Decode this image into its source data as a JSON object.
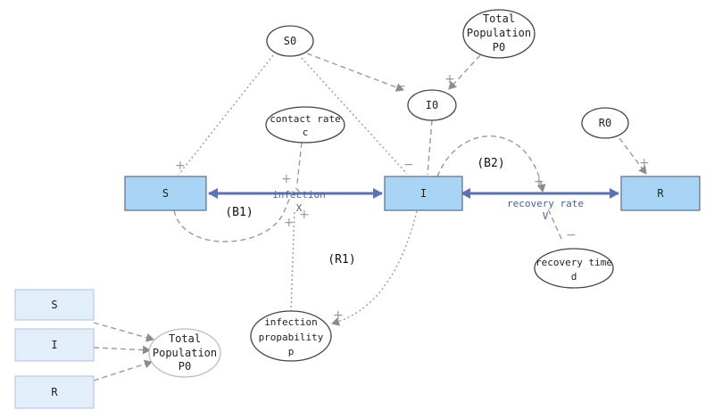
{
  "stocks": {
    "s": "S",
    "i": "I",
    "r": "R"
  },
  "flows": {
    "infection": [
      "infection",
      "X"
    ],
    "recovery": [
      "recovery rate",
      "V"
    ]
  },
  "variables": {
    "s0": "S0",
    "total_population_top": [
      "Total",
      "Population",
      "P0"
    ],
    "i0": "I0",
    "r0": "R0",
    "contact_rate": [
      "contact rate",
      "c"
    ],
    "recovery_time": [
      "recovery time",
      "d"
    ],
    "infection_probability": [
      "infection",
      "propability",
      "p"
    ],
    "total_population_bottom": [
      "Total",
      "Population",
      "P0"
    ]
  },
  "loops": {
    "b1": "(B1)",
    "b2": "(B2)",
    "r1": "(R1)"
  },
  "legend_stocks": {
    "s": "S",
    "i": "I",
    "r": "R"
  },
  "polarities": {
    "plus": "+",
    "minus": "−"
  },
  "colors": {
    "stock_fill": "#a8d4f5",
    "stock_border": "#5a6e8c",
    "flow": "#5b72b8",
    "link": "#9a9a9a",
    "legend_fill": "#e3eefb",
    "legend_border": "#b6cbe6"
  }
}
